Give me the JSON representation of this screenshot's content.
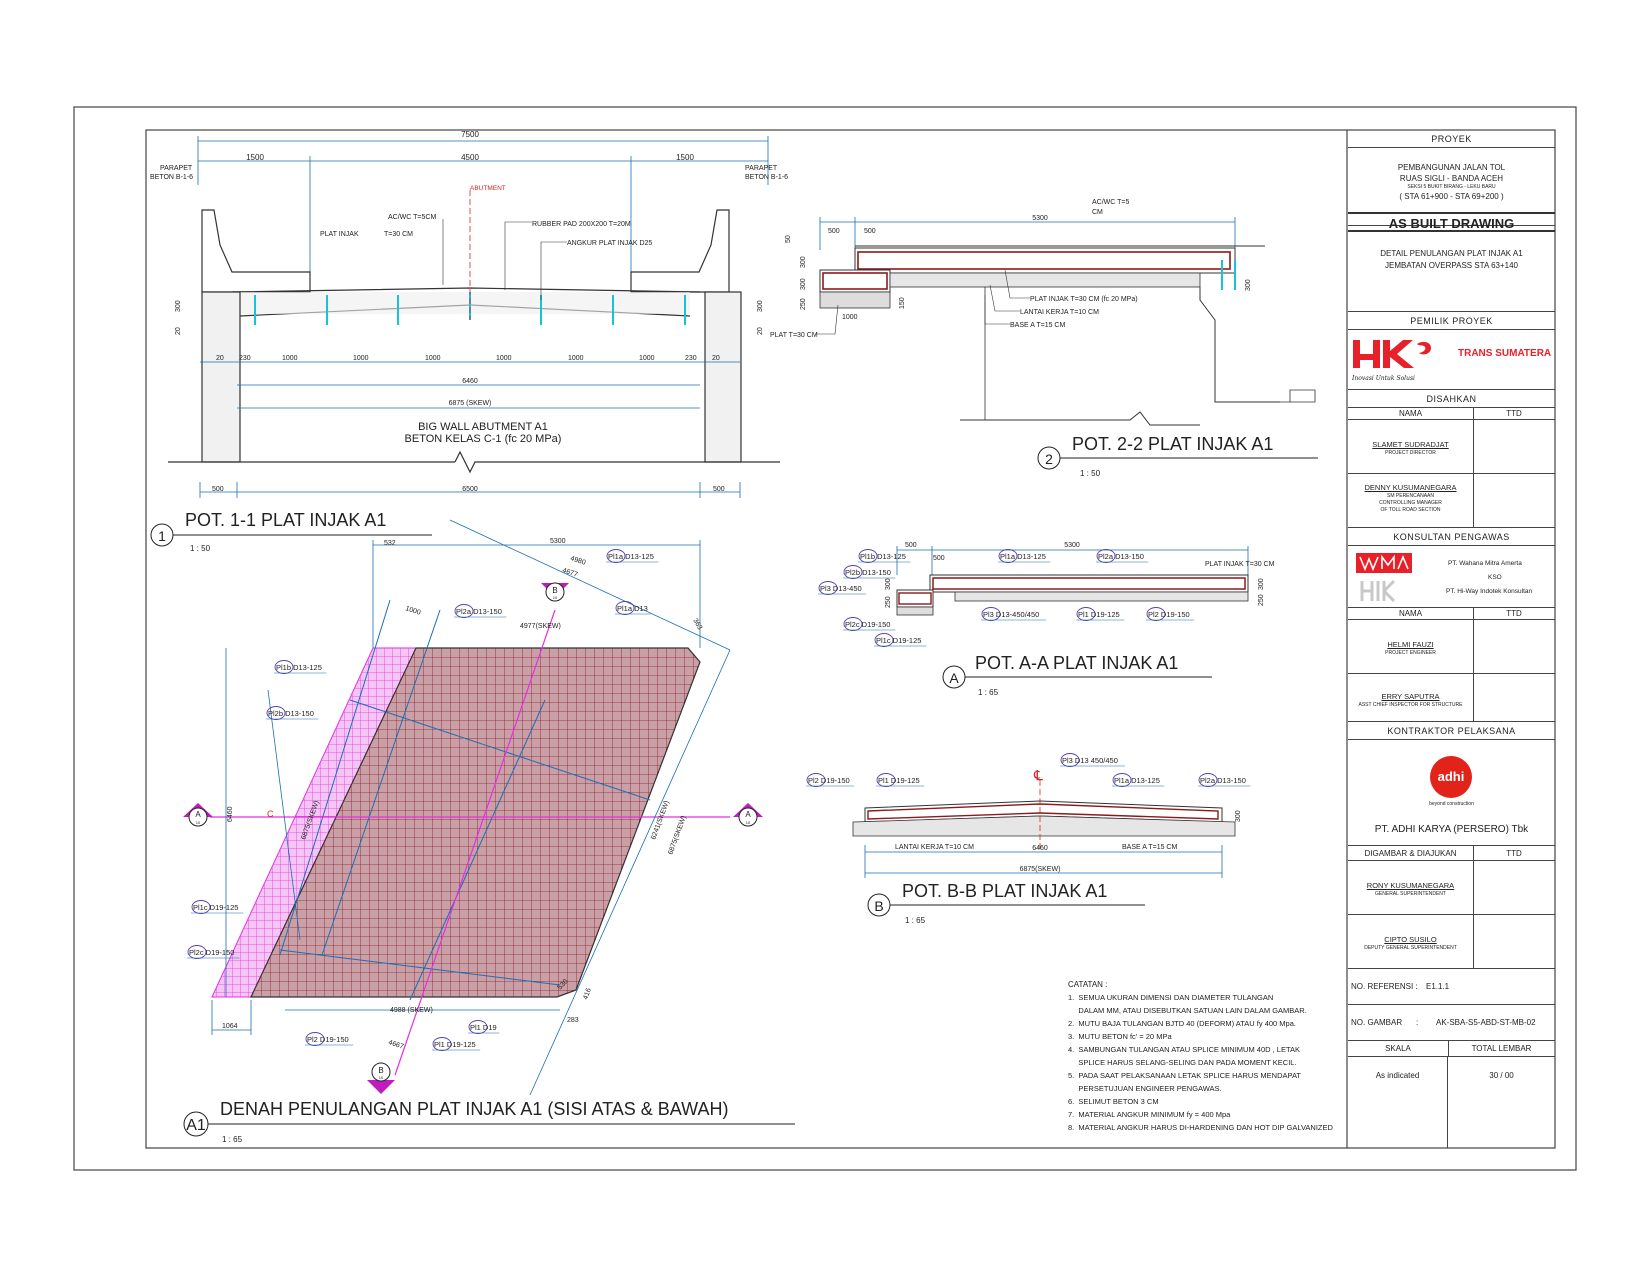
{
  "drawings": {
    "pot11": {
      "parapet_left": "PARAPET",
      "parapet_left2": "BETON B-1-6",
      "parapet_right": "PARAPET",
      "parapet_right2": "BETON B-1-6",
      "dim_total": "7500",
      "dim_left": "1500",
      "dim_mid": "4500",
      "dim_right": "1500",
      "abutment_label": "ABUTMENT",
      "acwc": "AC/WC T=5CM",
      "plat_injak": "PLAT INJAK",
      "t30": "T=30 CM",
      "rubber_pad": "RUBBER PAD 200X200 T=20M",
      "angkur": "ANGKUR PLAT INJAK D25",
      "d300": "300",
      "d20": "20",
      "d230": "230",
      "d1000": "1000",
      "d6460": "6460",
      "d6875": "6875 (SKEW)",
      "big_wall": "BIG WALL ABUTMENT A1",
      "beton_kelas": "BETON KELAS C-1 (fc 20 MPa)",
      "d500": "500",
      "d6500": "6500",
      "title_num": "1",
      "title": "POT. 1-1 PLAT INJAK A1",
      "scale": "1 : 50"
    },
    "pot22": {
      "acwc": "AC/WC T=5",
      "cm": "CM",
      "d500a": "500",
      "d500b": "500",
      "d5300": "5300",
      "d50": "50",
      "d300": "300",
      "d250": "250",
      "d150": "150",
      "d1000": "1000",
      "plat_injak": "PLAT INJAK T=30 CM (fc 20 MPa)",
      "lantai_kerja": "LANTAI KERJA T=10 CM",
      "base_a": "BASE A T=15 CM",
      "plat_t30": "PLAT T=30 CM",
      "title_num": "2",
      "title": "POT. 2-2 PLAT INJAK A1",
      "scale": "1 : 50"
    },
    "potaa": {
      "d500a": "500",
      "d500b": "500",
      "d5300": "5300",
      "plat_injak": "PLAT INJAK T=30 CM",
      "labels": [
        "Pl1b D13-125",
        "Pl2b D13-150",
        "Pl3 D13-450",
        "Pl2c D19-150",
        "Pl1c D19-125",
        "Pl1a D13-125",
        "Pl2a D13-150",
        "Pl3 D13-450/450",
        "Pl1 D19-125",
        "Pl2 D19-150"
      ],
      "d250": "250",
      "d300": "300",
      "title_num": "A",
      "title": "POT. A-A PLAT INJAK A1",
      "scale": "1 : 65"
    },
    "potbb": {
      "labels": [
        "Pl2 D19-150",
        "Pl1 D19-125",
        "Pl3 D13 450/450",
        "Pl1a D13-125",
        "Pl2a D13-150"
      ],
      "centerline": "℄",
      "lantai": "LANTAI KERJA T=10 CM",
      "base": "BASE A T=15 CM",
      "d6460": "6460",
      "d6875": "6875(SKEW)",
      "d300": "300",
      "title_num": "B",
      "title": "POT. B-B PLAT INJAK A1",
      "scale": "1 : 65"
    },
    "denah": {
      "d532": "532",
      "d5300": "5300",
      "d4980": "4980",
      "d4677": "4677",
      "d1000": "1000",
      "d4977": "4977(SKEW)",
      "d363": "363",
      "d6460": "6460",
      "skew_left": "6875(SKEW)",
      "skew_r1": "6241(SKEW)",
      "skew_r2": "6875(SKEW)",
      "d4988": "4988 (SKEW)",
      "d1064": "1064",
      "d4667": "4667",
      "d530": "530",
      "d416": "416",
      "d283": "283",
      "section_a": "A",
      "section_b": "B",
      "section_sub": "10",
      "cl": "C",
      "labels": [
        "Pl1a D13-125",
        "Pl2a D13-150",
        "Pl1a D13",
        "Pl1b D13-125",
        "Pl2b D13-150",
        "Pl1c D19-125",
        "Pl2c D19-150",
        "Pl2 D19-150",
        "Pl1 D19-125",
        "Pl1 D19"
      ],
      "title_num": "A1",
      "title": "DENAH PENULANGAN PLAT INJAK  A1 (SISI ATAS & BAWAH)",
      "scale": "1 : 65"
    }
  },
  "notes": {
    "heading": "CATATAN :",
    "lines": [
      "1.  SEMUA UKURAN DIMENSI DAN DIAMETER TULANGAN",
      "     DALAM MM, ATAU DISEBUTKAN SATUAN LAIN DALAM GAMBAR.",
      "2.  MUTU BAJA TULANGAN BJTD 40 (DEFORM) ATAU fy 400 Mpa.",
      "3.  MUTU BETON fc' = 20 MPa",
      "4.  SAMBUNGAN TULANGAN ATAU SPLICE MINIMUM 40D , LETAK",
      "     SPLICE HARUS SELANG-SELING DAN PADA MOMENT KECIL.",
      "5.  PADA SAAT PELAKSANAAN LETAK SPLICE HARUS MENDAPAT",
      "     PERSETUJUAN ENGINEER PENGAWAS.",
      "6.  SELIMUT BETON 3 CM",
      "7.  MATERIAL ANGKUR MINIMUM fy = 400 Mpa",
      "8.  MATERIAL ANGKUR HARUS DI-HARDENING DAN HOT DIP GALVANIZED"
    ]
  },
  "title_block": {
    "proyek_label": "PROYEK",
    "proyek_line1": "PEMBANGUNAN JALAN TOL",
    "proyek_line2": "RUAS SIGLI - BANDA ACEH",
    "proyek_line3": "SEKSI 5 BUKIT BIRANG - LEKU BARU",
    "proyek_line4": "( STA 61+900 - STA 69+200 )",
    "as_built": "AS BUILT DRAWING",
    "detail_line1": "DETAIL PENULANGAN PLAT INJAK A1",
    "detail_line2": "JEMBATAN OVERPASS STA 63+140",
    "pemilik_label": "PEMILIK PROYEK",
    "hk_tagline": "Inovasi Untuk Solusi",
    "trans_sumatera": "TRANS SUMATERA",
    "disahkan_label": "DISAHKAN",
    "nama_label": "NAMA",
    "ttd_label": "TTD",
    "sign1_name": "SLAMET SUDRADJAT",
    "sign1_role": "PROJECT DIRECTOR",
    "sign2_name": "DENNY KUSUMANEGARA",
    "sign2_role1": "SM PERENCANAAN",
    "sign2_role2": "CONTROLLING MANAGER",
    "sign2_role3": "OF TOLL ROAD SECTION",
    "konsultan_label": "KONSULTAN PENGAWAS",
    "kons_line1": "PT. Wahana Mitra Amerta",
    "kons_line2": "KSO",
    "kons_line3": "PT. Hi-Way Indotek Konsultan",
    "sign3_name": "HELMI FAUZI",
    "sign3_role": "PROJECT ENGINEER",
    "sign4_name": "ERRY SAPUTRA",
    "sign4_role": "ASST CHIEF INSPECTOR FOR STRUCTURE",
    "kontraktor_label": "KONTRAKTOR PELAKSANA",
    "adhi_logo": "adhi",
    "adhi_tagline": "beyond construction",
    "adhi_name": "PT. ADHI KARYA (PERSERO) Tbk",
    "digambar_label": "DIGAMBAR & DIAJUKAN",
    "sign5_name": "RONY KUSUMANEGARA",
    "sign5_role": "GENERAL SUPERINTENDENT",
    "sign6_name": "CIPTO SUSILO",
    "sign6_role": "DEPUTY GENERAL SUPERINTENDENT",
    "ref_label": "NO. REFERENSI :",
    "ref_value": "E1.1.1",
    "gambar_label": "NO. GAMBAR",
    "gambar_sep": ":",
    "gambar_value": "AK-SBA-S5-ABD-ST-MB-02",
    "skala_label": "SKALA",
    "total_label": "TOTAL LEMBAR",
    "skala_value": "As indicated",
    "total_value": "30 / 00"
  },
  "colors": {
    "rebar": "#8b1a1a",
    "dimension": "#1a6fb5",
    "magenta": "#e62ee6",
    "grid_fill": "#c9a0a8",
    "label_circle": "#5a3fb3",
    "hk_red": "#e8202a",
    "adhi_red": "#e2231a"
  }
}
